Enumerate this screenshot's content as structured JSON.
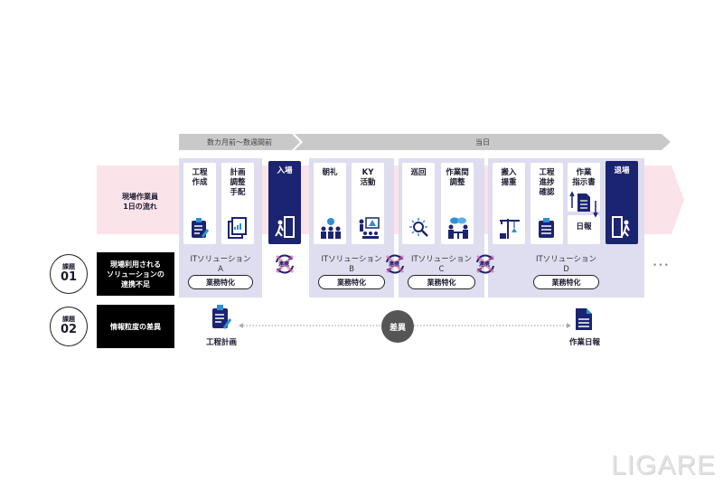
{
  "timeline": {
    "phase_before": "数カ月前～数週間前",
    "phase_day": "当日"
  },
  "flow_label": "現場作業員\n1日の流れ",
  "steps": {
    "a1": "工程\n作成",
    "a2": "計画\n調整\n手配",
    "enter": "入場",
    "b1": "朝礼",
    "b2": "KY\n活動",
    "c1": "巡回",
    "c2": "作業間\n調整",
    "d1": "搬入\n揚重",
    "d2": "工程\n進捗\n確認",
    "d3": "作業\n指示書",
    "d3b": "日報",
    "exit": "退場"
  },
  "solutions": [
    {
      "name": "ITソリューション",
      "letter": "A",
      "tag": "業務特化"
    },
    {
      "name": "ITソリューション",
      "letter": "B",
      "tag": "業務特化"
    },
    {
      "name": "ITソリューション",
      "letter": "C",
      "tag": "業務特化"
    },
    {
      "name": "ITソリューション",
      "letter": "D",
      "tag": "業務特化"
    }
  ],
  "link_label": "連携",
  "more": "•••",
  "issues": [
    {
      "kicker": "課題",
      "number": "01",
      "text": "現場利用される\nソリューションの\n連携不足"
    },
    {
      "kicker": "課題",
      "number": "02",
      "text": "情報粒度の差異"
    }
  ],
  "gap": {
    "left": "工程計画",
    "center": "差異",
    "right": "作業日報"
  },
  "watermark": "LIGARE",
  "colors": {
    "navy": "#1b2470",
    "pink": "#fbe3ea",
    "panel": "#dcdcef",
    "cross": "#e0559a"
  }
}
